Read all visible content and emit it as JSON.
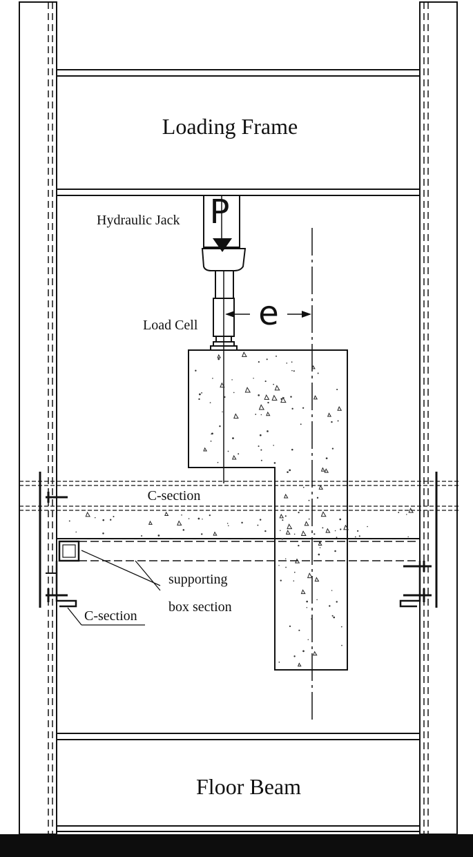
{
  "labels": {
    "loading_frame": "Loading Frame",
    "hydraulic_jack": "Hydraulic Jack",
    "load_symbol": "P",
    "load_cell": "Load Cell",
    "eccentricity": "e",
    "c_section_top": "C-section",
    "supporting_line1": "supporting",
    "supporting_line2": "box section",
    "c_section_bottom": "C-section",
    "floor_beam": "Floor Beam"
  }
}
